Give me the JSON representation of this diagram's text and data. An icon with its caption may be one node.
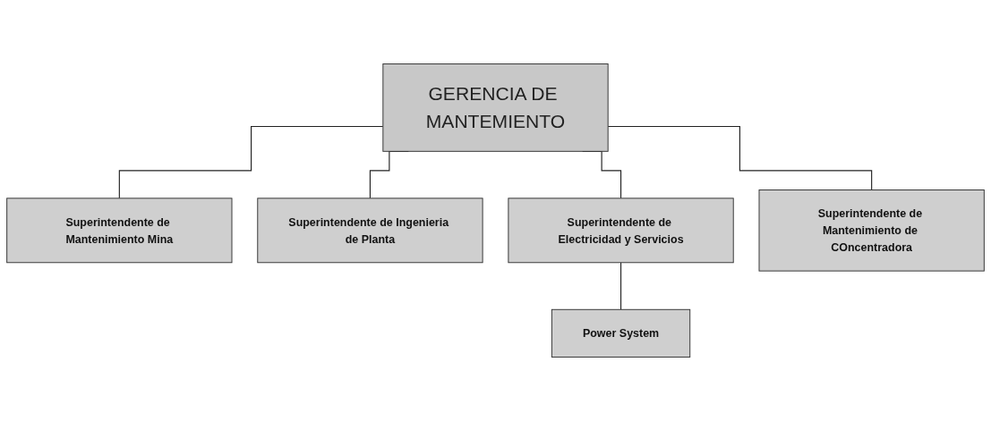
{
  "diagram": {
    "nodes": [
      {
        "text": [
          "GERENCIA DE MANTEMIENTO"
        ]
      },
      {
        "text": [
          "Superintendente de Mantenimiento Mina"
        ]
      },
      {
        "text": [
          "Superintendente de Ingenieria de Planta"
        ]
      },
      {
        "text": [
          "Superintendente de Electricidad y Servicios"
        ]
      },
      {
        "text": [
          "Superintendente de Mantenimiento de COncentradora"
        ]
      },
      {
        "text": [
          "Power System"
        ]
      }
    ],
    "edges": [
      {
        "from": 0,
        "to": 1,
        "arrow": "none"
      },
      {
        "from": 0,
        "to": 2,
        "arrow": "none"
      },
      {
        "from": 0,
        "to": 3,
        "arrow": "none"
      },
      {
        "from": 0,
        "to": 4,
        "arrow": "none"
      },
      {
        "from": 3,
        "to": 5,
        "arrow": "none"
      }
    ]
  }
}
